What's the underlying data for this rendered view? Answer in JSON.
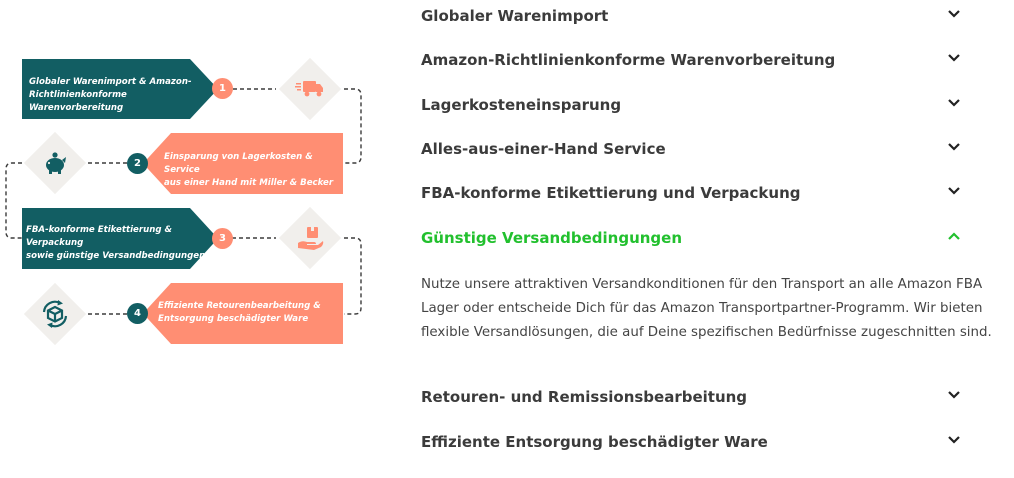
{
  "diagram": {
    "steps": [
      {
        "number": "1",
        "line1": "Globaler Warenimport & Amazon-",
        "line2": "Richtlinienkonforme Warenvorbereitung"
      },
      {
        "number": "2",
        "line1": "Einsparung von Lagerkosten & Service",
        "line2": "aus einer Hand mit Miller & Becker"
      },
      {
        "number": "3",
        "line1": "FBA-konforme Etikettierung & Verpackung",
        "line2": "sowie günstige Versandbedingungen"
      },
      {
        "number": "4",
        "line1": "Effiziente Retourenbearbeitung &",
        "line2": "Entsorgung beschädigter Ware"
      }
    ],
    "icons": [
      "delivery-truck-icon",
      "piggy-bank-icon",
      "hand-box-icon",
      "box-recycle-icon"
    ],
    "colors": {
      "teal": "#125e63",
      "salmon": "#ff8e73",
      "diamond": "#f1efec",
      "connector": "#3b3b3b"
    }
  },
  "accordion": {
    "items": [
      {
        "title": "Globaler Warenimport",
        "expanded": false
      },
      {
        "title": "Amazon-Richtlinienkonforme Warenvorbereitung",
        "expanded": false
      },
      {
        "title": "Lagerkosteneinsparung",
        "expanded": false
      },
      {
        "title": "Alles-aus-einer-Hand Service",
        "expanded": false
      },
      {
        "title": "FBA-konforme Etikettierung und Verpackung",
        "expanded": false
      },
      {
        "title": "Günstige Versandbedingungen",
        "expanded": true
      },
      {
        "title": "Retouren- und Remissionsbearbeitung",
        "expanded": false
      },
      {
        "title": "Effiziente Entsorgung beschädigter Ware",
        "expanded": false
      }
    ],
    "expanded_body": [
      "Nutze unsere attraktiven Versandkonditionen für den Transport an alle Amazon FBA",
      "Lager oder entscheide Dich für das Amazon Transportpartner-Programm. Wir bieten",
      "flexible Versandlösungen, die auf Deine spezifischen Bedürfnisse zugeschnitten sind."
    ],
    "colors": {
      "title": "#3b3b3b",
      "active": "#22c02e",
      "body": "#444444"
    }
  }
}
